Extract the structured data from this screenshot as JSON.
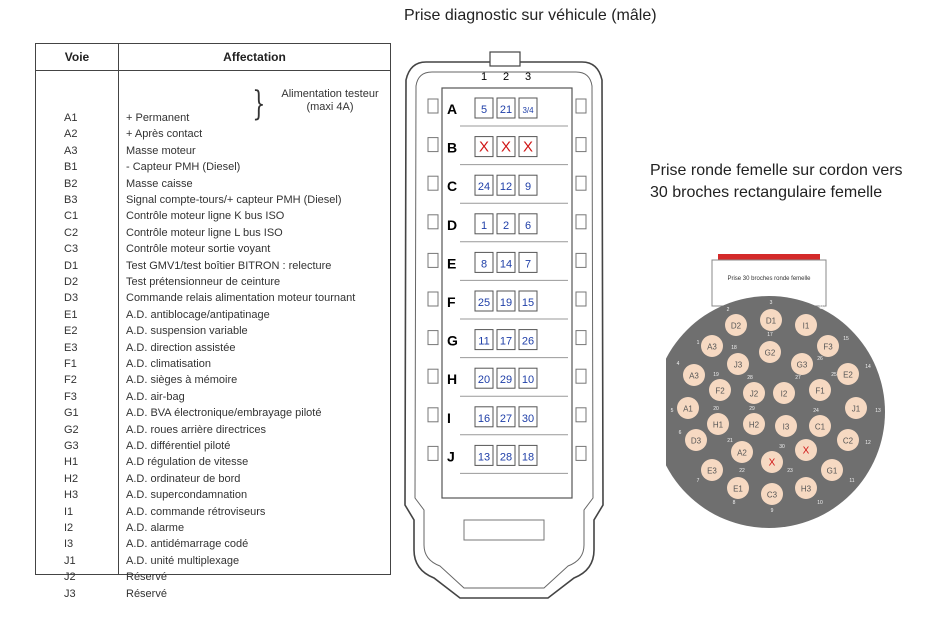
{
  "titles": {
    "diag": "Prise diagnostic sur véhicule (mâle)",
    "ronde": "Prise ronde femelle sur cordon vers 30 broches rectangulaire femelle"
  },
  "table": {
    "headers": {
      "voie": "Voie",
      "affectation": "Affectation"
    },
    "alim_note": "Alimentation testeur (maxi 4A)",
    "rows": [
      {
        "voie": "A1",
        "aff": "+ Permanent"
      },
      {
        "voie": "A2",
        "aff": "+ Après contact"
      },
      {
        "voie": "A3",
        "aff": "Masse moteur"
      },
      {
        "voie": "B1",
        "aff": "- Capteur PMH (Diesel)"
      },
      {
        "voie": "B2",
        "aff": "Masse caisse"
      },
      {
        "voie": "B3",
        "aff": "Signal compte-tours/+ capteur PMH (Diesel)"
      },
      {
        "voie": "C1",
        "aff": "Contrôle moteur ligne K bus ISO"
      },
      {
        "voie": "C2",
        "aff": "Contrôle moteur ligne L bus ISO"
      },
      {
        "voie": "C3",
        "aff": "Contrôle moteur sortie voyant"
      },
      {
        "voie": "D1",
        "aff": "Test GMV1/test boîtier BITRON : relecture"
      },
      {
        "voie": "D2",
        "aff": "Test prétensionneur de ceinture"
      },
      {
        "voie": "D3",
        "aff": "Commande relais alimentation moteur tournant"
      },
      {
        "voie": "E1",
        "aff": "A.D. antiblocage/antipatinage"
      },
      {
        "voie": "E2",
        "aff": "A.D. suspension variable"
      },
      {
        "voie": "E3",
        "aff": "A.D. direction assistée"
      },
      {
        "voie": "F1",
        "aff": "A.D. climatisation"
      },
      {
        "voie": "F2",
        "aff": "A.D. sièges à mémoire"
      },
      {
        "voie": "F3",
        "aff": "A.D. air-bag"
      },
      {
        "voie": "G1",
        "aff": "A.D. BVA électronique/embrayage piloté"
      },
      {
        "voie": "G2",
        "aff": "A.D. roues arrière directrices"
      },
      {
        "voie": "G3",
        "aff": "A.D. différentiel piloté"
      },
      {
        "voie": "H1",
        "aff": "A.D régulation de vitesse"
      },
      {
        "voie": "H2",
        "aff": "A.D. ordinateur de bord"
      },
      {
        "voie": "H3",
        "aff": "A.D. supercondamnation"
      },
      {
        "voie": "I1",
        "aff": "A.D. commande rétroviseurs"
      },
      {
        "voie": "I2",
        "aff": "A.D. alarme"
      },
      {
        "voie": "I3",
        "aff": "A.D. antidémarrage codé"
      },
      {
        "voie": "J1",
        "aff": "A.D. unité multiplexage"
      },
      {
        "voie": "J2",
        "aff": "Réservé"
      },
      {
        "voie": "J3",
        "aff": "Réservé"
      }
    ]
  },
  "connector": {
    "columns": [
      "1",
      "2",
      "3"
    ],
    "rows": [
      {
        "label": "A",
        "pins": [
          "5",
          "21",
          "3/4"
        ]
      },
      {
        "label": "B",
        "pins": [
          "X",
          "X",
          "X"
        ]
      },
      {
        "label": "C",
        "pins": [
          "24",
          "12",
          "9"
        ]
      },
      {
        "label": "D",
        "pins": [
          "1",
          "2",
          "6"
        ]
      },
      {
        "label": "E",
        "pins": [
          "8",
          "14",
          "7"
        ]
      },
      {
        "label": "F",
        "pins": [
          "25",
          "19",
          "15"
        ]
      },
      {
        "label": "G",
        "pins": [
          "11",
          "17",
          "26"
        ]
      },
      {
        "label": "H",
        "pins": [
          "20",
          "29",
          "10"
        ]
      },
      {
        "label": "I",
        "pins": [
          "16",
          "27",
          "30"
        ]
      },
      {
        "label": "J",
        "pins": [
          "13",
          "28",
          "18"
        ]
      }
    ]
  },
  "round_connector": {
    "tab_label": "Prise 30 broches ronde femelle",
    "pins": [
      {
        "label": "D2",
        "num": "2"
      },
      {
        "label": "D1",
        "num": "3"
      },
      {
        "label": "I1",
        "num": "16"
      },
      {
        "label": "A3",
        "num": "1"
      },
      {
        "label": "G2",
        "num": "17"
      },
      {
        "label": "F3",
        "num": "15"
      },
      {
        "label": "J3",
        "num": "18"
      },
      {
        "label": "G3",
        "num": "26"
      },
      {
        "label": "A3",
        "num": "4"
      },
      {
        "label": "E2",
        "num": "14"
      },
      {
        "label": "F2",
        "num": "19"
      },
      {
        "label": "J2",
        "num": "28"
      },
      {
        "label": "I2",
        "num": "27"
      },
      {
        "label": "F1",
        "num": "25"
      },
      {
        "label": "A1",
        "num": "5"
      },
      {
        "label": "J1",
        "num": "13"
      },
      {
        "label": "H1",
        "num": "20"
      },
      {
        "label": "H2",
        "num": "29"
      },
      {
        "label": "I3",
        "num": ""
      },
      {
        "label": "C1",
        "num": "24"
      },
      {
        "label": "D3",
        "num": "6"
      },
      {
        "label": "C2",
        "num": "12"
      },
      {
        "label": "A2",
        "num": "21"
      },
      {
        "label": "X",
        "num": "30"
      },
      {
        "label": "X",
        "num": ""
      },
      {
        "label": "E3",
        "num": "7"
      },
      {
        "label": "G1",
        "num": "11"
      },
      {
        "label": "E1",
        "num": "8"
      },
      {
        "label": "C3",
        "num": "9"
      },
      {
        "label": "H3",
        "num": "10"
      },
      {
        "label": "",
        "num": "22"
      },
      {
        "label": "",
        "num": "23"
      }
    ]
  },
  "colors": {
    "pin_text": "#1f3fa8",
    "cross": "#d01515",
    "round_body": "#6f6f6f",
    "round_pin": "#f6d9c2",
    "tab_red": "#d42a2a"
  }
}
